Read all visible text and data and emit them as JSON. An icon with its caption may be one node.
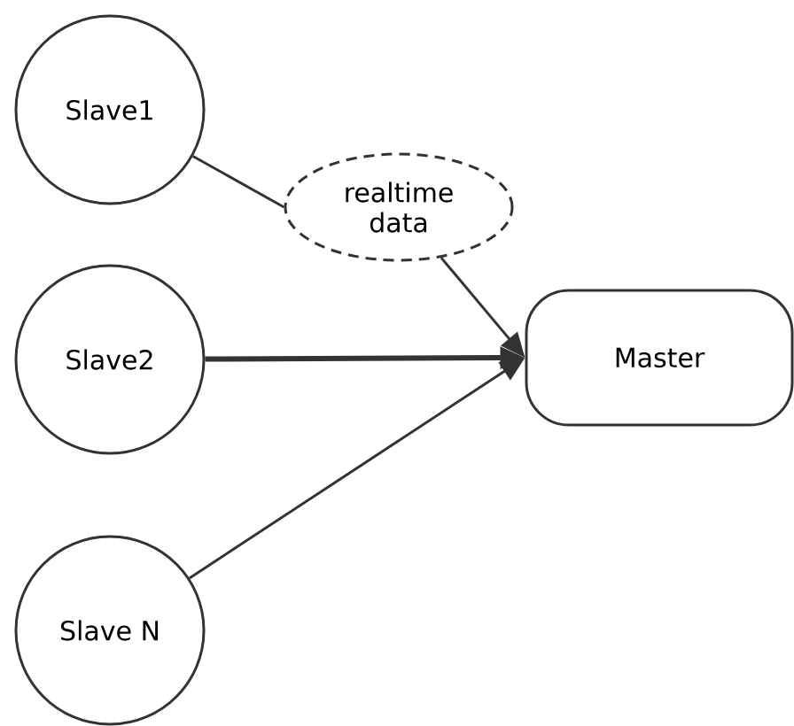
{
  "diagram": {
    "nodes": [
      {
        "text": [
          "Slave1"
        ]
      },
      {
        "text": [
          "realtime data"
        ]
      },
      {
        "text": [
          "Slave2"
        ]
      },
      {
        "text": [
          "Master"
        ]
      },
      {
        "text": [
          "Slave N"
        ]
      }
    ],
    "edges": [
      {
        "from": 0,
        "to": 1,
        "arrow": "none"
      },
      {
        "from": 1,
        "to": 3,
        "arrow": "to"
      },
      {
        "from": 2,
        "to": 3,
        "arrow": "to",
        "style": "thick"
      },
      {
        "from": 4,
        "to": 3,
        "arrow": "to"
      }
    ]
  }
}
